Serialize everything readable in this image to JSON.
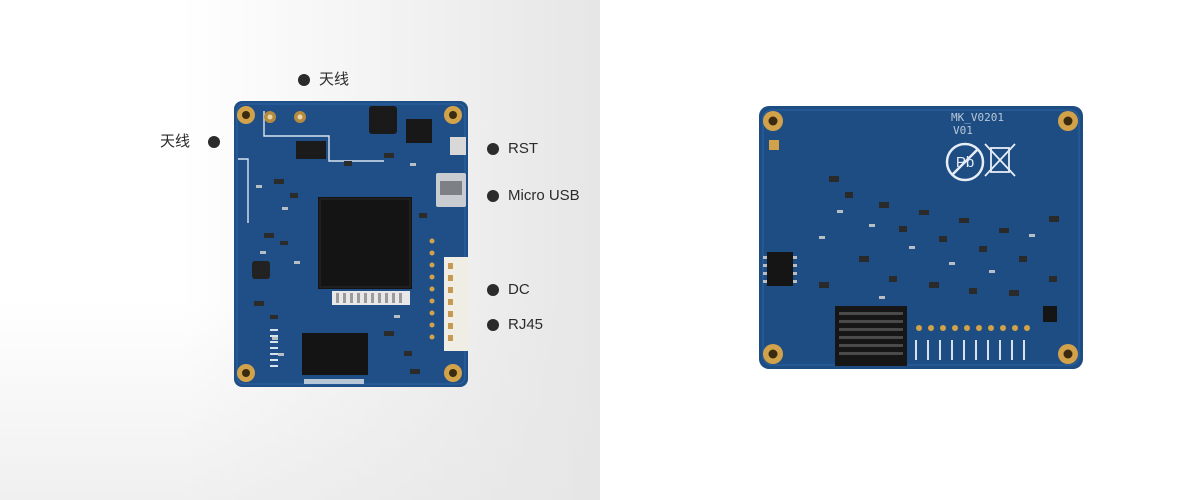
{
  "labels": {
    "antenna_top": "天线",
    "antenna_left": "天线",
    "rst": "RST",
    "micro_usb": "Micro USB",
    "dc": "DC",
    "rj45": "RJ45"
  },
  "board_back": {
    "silkscreen_model": "MK_V0201",
    "silkscreen_version": "V01",
    "lead_free_mark": "Pb"
  },
  "colors": {
    "pcb": "#1f4f86",
    "pcb_dark": "#173f6e",
    "chip": "#141414",
    "pad_gold": "#d2a24a",
    "label_text": "#2b2b2b"
  }
}
